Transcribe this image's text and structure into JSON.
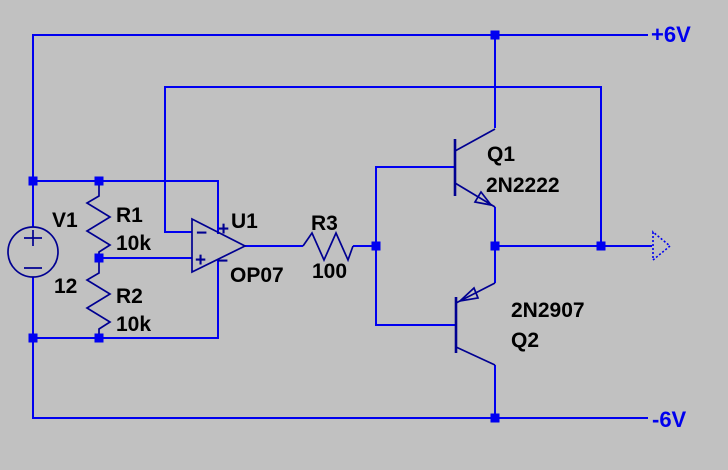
{
  "canvas": {
    "background": "#c1c1c1",
    "wire_color": "#0000f0",
    "symbol_color": "#000091",
    "label_color": "#000000",
    "rail_label_color": "#0000ee"
  },
  "rails": {
    "positive": "+6V",
    "negative": "-6V"
  },
  "components": {
    "v1": {
      "ref": "V1",
      "value": "12"
    },
    "r1": {
      "ref": "R1",
      "value": "10k"
    },
    "r2": {
      "ref": "R2",
      "value": "10k"
    },
    "u1": {
      "ref": "U1",
      "value": "OP07",
      "inverting_sign": "−",
      "noninverting_sign": "+",
      "vplus_sign": "+",
      "vminus_sign": "−"
    },
    "r3": {
      "ref": "R3",
      "value": "100"
    },
    "q1": {
      "ref": "Q1",
      "value": "2N2222"
    },
    "q2": {
      "ref": "Q2",
      "value": "2N2907"
    }
  }
}
